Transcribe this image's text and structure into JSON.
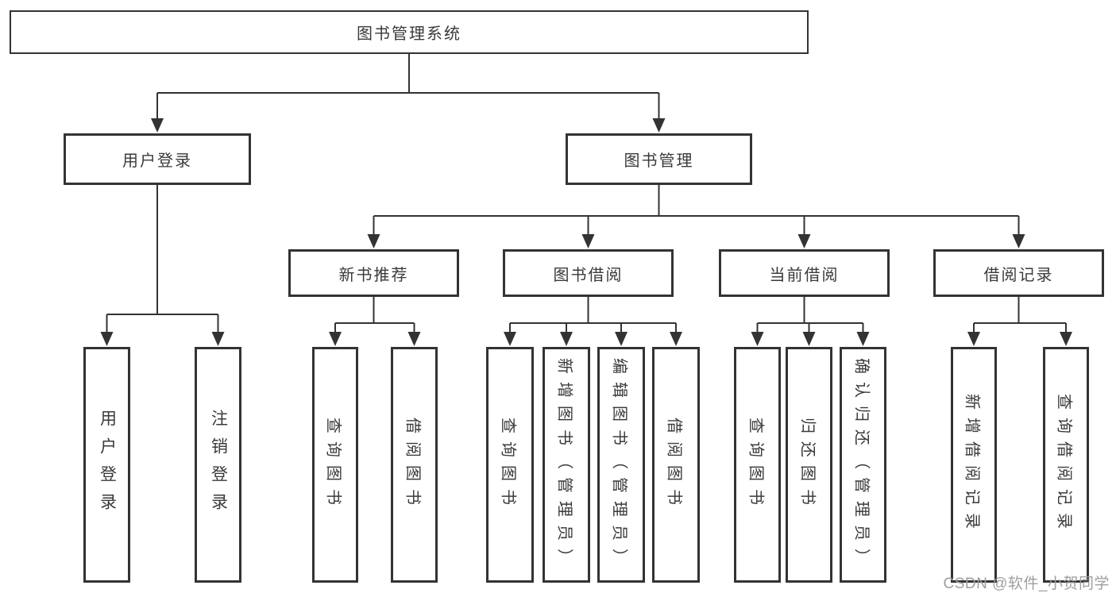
{
  "diagram": {
    "title": "图书管理系统",
    "nodes": {
      "root": {
        "label": "图书管理系统"
      },
      "userLogin": {
        "label": "用户登录"
      },
      "bookMgmt": {
        "label": "图书管理"
      },
      "newBookRec": {
        "label": "新书推荐"
      },
      "bookBorrow": {
        "label": "图书借阅"
      },
      "currentBorrow": {
        "label": "当前借阅"
      },
      "borrowRecords": {
        "label": "借阅记录"
      },
      "leafUserLogin": {
        "label": "用户登录"
      },
      "leafLogout": {
        "label": "注销登录"
      },
      "leafRecQueryBook": {
        "label": "查询图书"
      },
      "leafRecBorrowBook": {
        "label": "借阅图书"
      },
      "leafBorQueryBook": {
        "label": "查询图书"
      },
      "leafBorAddBook": {
        "label": "新增图书（管理员）"
      },
      "leafBorEditBook": {
        "label": "编辑图书（管理员）"
      },
      "leafBorBorrowBook": {
        "label": "借阅图书"
      },
      "leafCurQueryBook": {
        "label": "查询图书"
      },
      "leafCurReturnBook": {
        "label": "归还图书"
      },
      "leafCurConfirmReturn": {
        "label": "确认归还（管理员）"
      },
      "leafRecAddRecord": {
        "label": "新增借阅记录"
      },
      "leafRecQueryRecord": {
        "label": "查询借阅记录"
      }
    },
    "hierarchy": {
      "root": [
        "userLogin",
        "bookMgmt"
      ],
      "userLogin": [
        "leafUserLogin",
        "leafLogout"
      ],
      "bookMgmt": [
        "newBookRec",
        "bookBorrow",
        "currentBorrow",
        "borrowRecords"
      ],
      "newBookRec": [
        "leafRecQueryBook",
        "leafRecBorrowBook"
      ],
      "bookBorrow": [
        "leafBorQueryBook",
        "leafBorAddBook",
        "leafBorEditBook",
        "leafBorBorrowBook"
      ],
      "currentBorrow": [
        "leafCurQueryBook",
        "leafCurReturnBook",
        "leafCurConfirmReturn"
      ],
      "borrowRecords": [
        "leafRecAddRecord",
        "leafRecQueryRecord"
      ]
    }
  },
  "watermark": {
    "text": "CSDN @软件_小贺同学"
  },
  "colors": {
    "background": "#ffffff",
    "box_fill": "#ffffff",
    "border": "#333333",
    "line": "#333333",
    "text": "#3a3a3a",
    "watermark": "#9e9e9e"
  }
}
